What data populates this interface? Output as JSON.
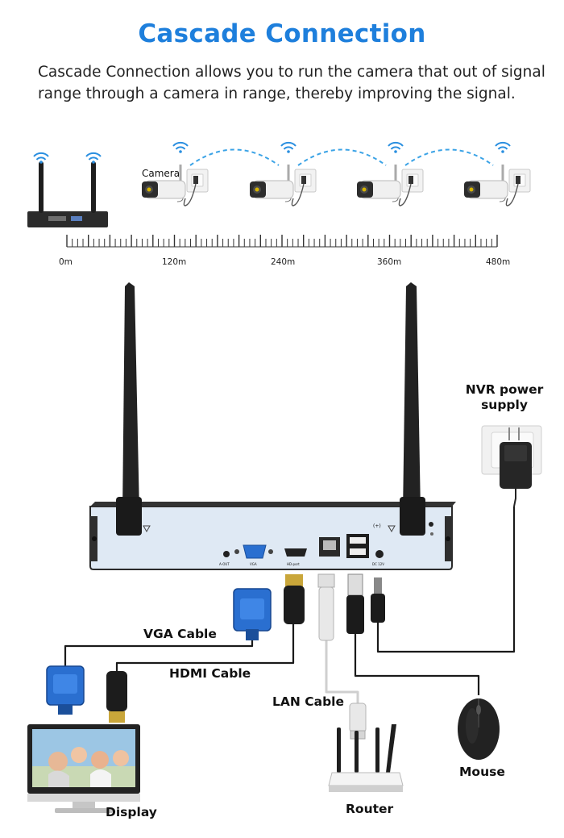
{
  "title": "Cascade Connection",
  "description": {
    "line1": "Cascade Connection allows you to run the camera that out of signal",
    "line2": "range through a camera in range, thereby improving the signal."
  },
  "camera_label": "Camera",
  "distance_scale": {
    "labels": [
      "0m",
      "120m",
      "240m",
      "360m",
      "480m"
    ]
  },
  "nvr_ports": [
    "A-OUT",
    "VGA",
    "HD-port",
    "DC 12V"
  ],
  "power_supply_label": {
    "line1": "NVR power",
    "line2": "supply"
  },
  "cables": {
    "vga": "VGA Cable",
    "hdmi": "HDMI Cable",
    "lan": "LAN Cable"
  },
  "devices": {
    "display": "Display",
    "router": "Router",
    "mouse": "Mouse"
  },
  "colors": {
    "title": "#1e7fdc",
    "wifi": "#2a8fe0",
    "dashed_link": "#3ba3e6",
    "vga_connector": "#2a6fd0",
    "nvr_panel": "#e6f0fa"
  }
}
